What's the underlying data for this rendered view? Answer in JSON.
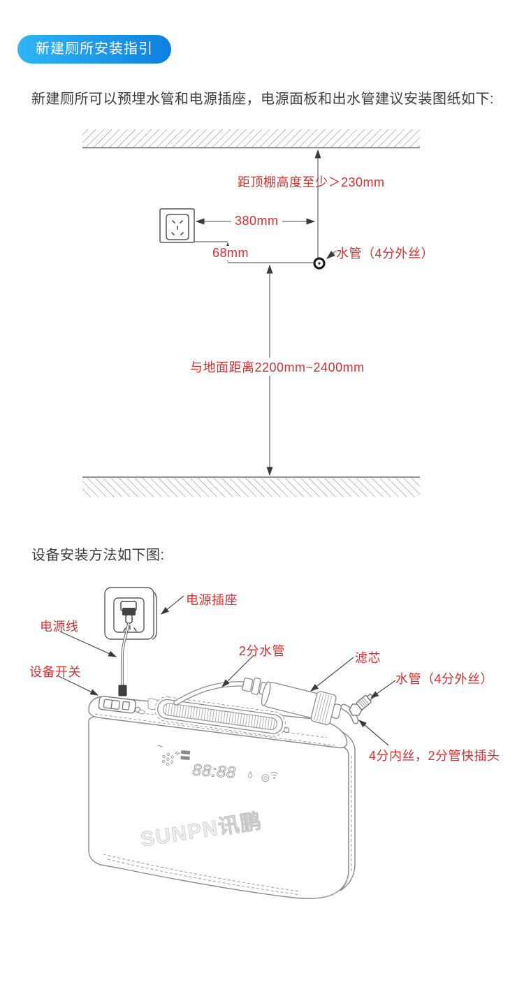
{
  "badge": {
    "label": "新建厕所安装指引"
  },
  "intro": {
    "text": "新建厕所可以预埋水管和电源插座，电源面板和出水管建议安装图纸如下:"
  },
  "diagram1": {
    "ceiling_label": "距顶棚高度至少＞230mm",
    "dim_380": "380mm",
    "dim_68": "68mm",
    "pipe_label": "水管（4分外丝）",
    "floor_label": "与地面距离2200mm~2400mm"
  },
  "section2": {
    "title": "设备安装方法如下图:"
  },
  "diagram2": {
    "power_socket": "电源插座",
    "power_cord": "电源线",
    "device_switch": "设备开关",
    "tube_2fen": "2分水管",
    "filter": "滤芯",
    "pipe_4fen": "水管（4分外丝）",
    "connector": "4分内丝，2分管快插头",
    "watermark": "SUNPN讯鹏",
    "display_digits": "88:88"
  },
  "colors": {
    "accent_red": "#cc3333",
    "badge_gradient_left": "#2eb6f5",
    "badge_gradient_right": "#0d80df",
    "line_gray": "#6e6e6e"
  }
}
